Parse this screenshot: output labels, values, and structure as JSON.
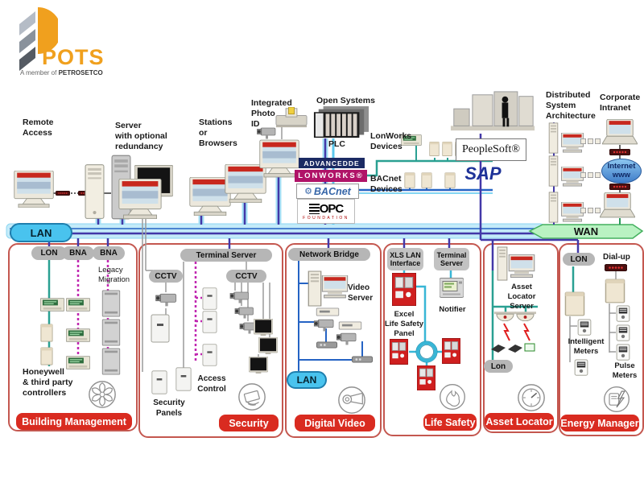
{
  "logo": {
    "brand": "POTS",
    "tagline": "A member of",
    "org": "PETROSETCO"
  },
  "labels": {
    "remote_access": "Remote\nAccess",
    "server": "Server\nwith optional\nredundancy",
    "stations": "Stations\nor\nBrowsers",
    "photo_id": "Integrated\nPhoto\nID",
    "open_systems": "Open Systems",
    "plc": "PLC",
    "lonworks_devices": "LonWorks\nDevices",
    "bacnet_devices": "BACnet\nDevices",
    "dsa": "Distributed\nSystem\nArchitecture",
    "corporate_intranet": "Corporate\nIntranet",
    "internet": "Internet\nwww"
  },
  "badges": {
    "advancedde": "ADVANCEDDE",
    "lonworks": "LONWORKS®",
    "bacnet": "BACnet",
    "opc": "OPC",
    "opc_foundation": "FOUNDATION",
    "peoplesoft": "PeopleSoft®",
    "sap": "SAP"
  },
  "buses": {
    "lan": "LAN",
    "wan": "WAN"
  },
  "building_management": {
    "title": "Building Management",
    "pill_lon": "LON",
    "pill_bna1": "BNA",
    "pill_bna2": "BNA",
    "legacy": "Legacy\nMigration",
    "honeywell": "Honeywell\n& third party\ncontrollers"
  },
  "security": {
    "title": "Security",
    "terminal_server": "Terminal Server",
    "cctv_left": "CCTV",
    "cctv_right": "CCTV",
    "access_control": "Access\nControl",
    "security_panels": "Security\nPanels"
  },
  "digital_video": {
    "title": "Digital Video",
    "network_bridge": "Network Bridge",
    "video_server": "Video\nServer",
    "lan": "LAN"
  },
  "life_safety": {
    "title": "Life Safety",
    "xls": "XLS LAN\nInterface",
    "terminal_server": "Terminal\nServer",
    "excel_panel": "Excel\nLife Safety\nPanel",
    "notifier": "Notifier"
  },
  "asset_locator": {
    "title": "Asset Locator",
    "server": "Asset\nLocator\nServer",
    "lon": "Lon"
  },
  "energy_manager": {
    "title": "Energy Manager",
    "lon": "LON",
    "dialup": "Dial-up",
    "intelligent_meters": "Intelligent\nMeters",
    "pulse_meters": "Pulse\nMeters"
  },
  "colors": {
    "banner_red": "#d92b20",
    "lan_fill": "#c3ebf9",
    "lan_pill": "#49c3ee",
    "wan_fill": "#b9f2c2",
    "purple": "#4338a8",
    "teal": "#2aa092",
    "magenta": "#c026b0",
    "blue": "#2563c4"
  }
}
